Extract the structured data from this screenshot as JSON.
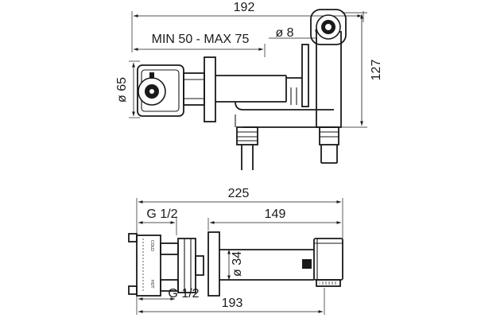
{
  "top_view": {
    "overall_length": "192",
    "installation_range": "MIN  50 - MAX 75",
    "outlet_diameter": "ø 8",
    "plate_diameter": "ø 65",
    "height": "127"
  },
  "bottom_view": {
    "overall_length": "225",
    "thread_top": "G 1/2",
    "spout_length": "149",
    "spout_diameter": "ø 34",
    "thread_bottom": "G 1/2",
    "reach": "193"
  },
  "body_marks": [
    "COLD",
    "HOT"
  ]
}
